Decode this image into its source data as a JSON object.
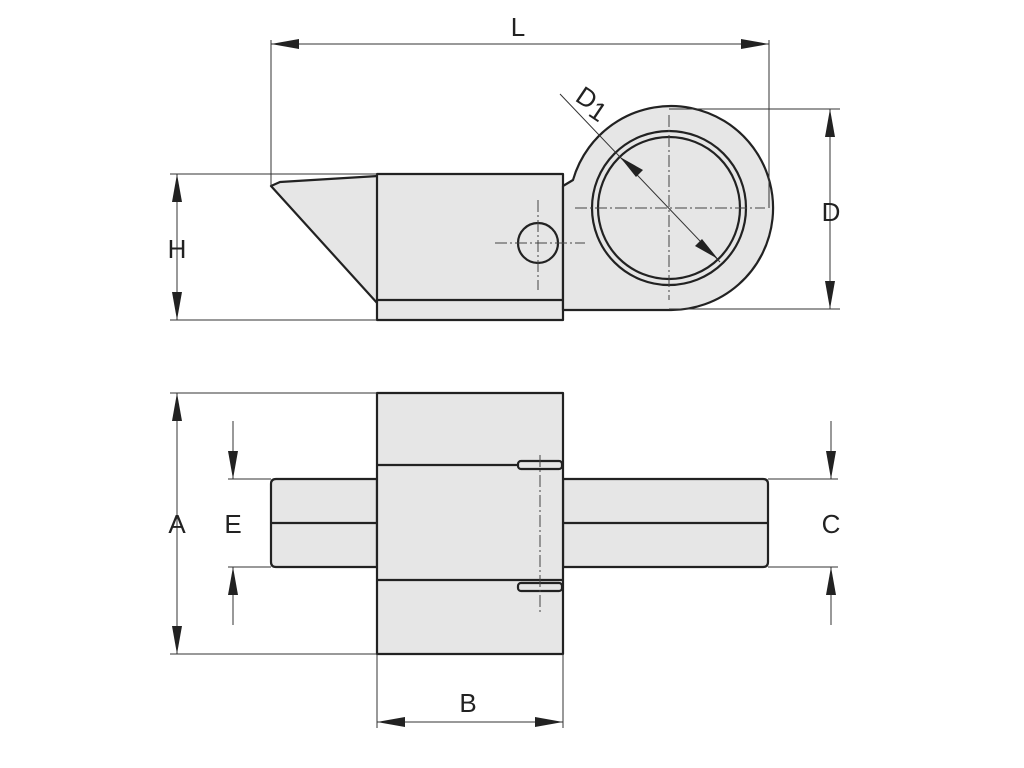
{
  "diagram": {
    "labels": {
      "L": "L",
      "D1_main": "D",
      "D1_sub": "1",
      "D": "D",
      "H": "H",
      "A": "A",
      "E": "E",
      "C": "C",
      "B": "B"
    }
  }
}
